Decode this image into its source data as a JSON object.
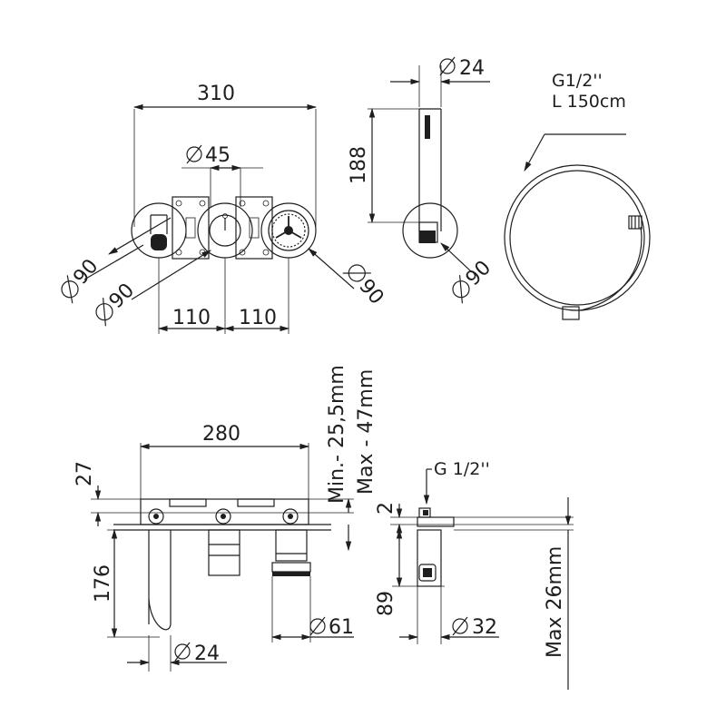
{
  "dimensions": {
    "front_width_total": "310",
    "front_center_dia": "45",
    "front_plate_left_dia": "90",
    "front_plate_mid_dia": "90",
    "front_plate_right_dia": "90",
    "front_spacing_left": "110",
    "front_spacing_right": "110",
    "hand_shower_dia": "24",
    "hand_shower_length": "188",
    "hand_shower_plate_dia": "90",
    "hose_thread": "G1/2''",
    "hose_length": "L 150cm",
    "section_width": "280",
    "section_top": "27",
    "section_depth_range_min": "Min.- 25,5mm",
    "section_depth_range_max": "Max - 47mm",
    "spout_length": "176",
    "spout_dia": "24",
    "handle_dia": "61",
    "holder_thread": "G 1/2''",
    "holder_top": "2",
    "holder_height": "89",
    "holder_dia": "32",
    "holder_max": "Max 26mm"
  }
}
